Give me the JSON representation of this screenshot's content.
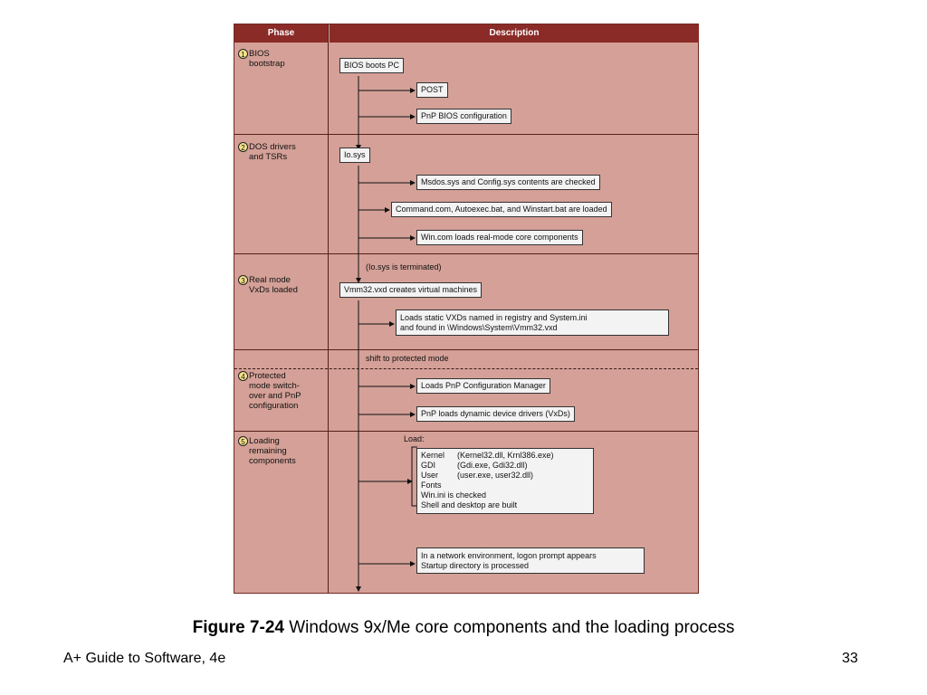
{
  "table": {
    "header": {
      "phase": "Phase",
      "description": "Description"
    },
    "phases": [
      {
        "num": "1",
        "label_lines": [
          "BIOS",
          "bootstrap"
        ]
      },
      {
        "num": "2",
        "label_lines": [
          "DOS drivers",
          "and TSRs"
        ]
      },
      {
        "num": "3",
        "label_lines": [
          "Real mode",
          "VxDs loaded"
        ]
      },
      {
        "num": "4",
        "label_lines": [
          "Protected",
          "mode switch-",
          "over and PnP",
          "configuration"
        ]
      },
      {
        "num": "5",
        "label_lines": [
          "Loading",
          "remaining",
          "components"
        ]
      }
    ],
    "boxes": {
      "bios_boots": "BIOS boots PC",
      "post": "POST",
      "pnp_bios": "PnP BIOS configuration",
      "io_sys": "Io.sys",
      "msdos": "Msdos.sys and Config.sys contents are checked",
      "command": "Command.com, Autoexec.bat, and Winstart.bat are loaded",
      "wincom": "Win.com loads real-mode core components",
      "vmm32": "Vmm32.vxd creates virtual machines",
      "static_vxd": [
        "Loads static VXDs named in registry and System.ini",
        "and found in \\Windows\\System\\Vmm32.vxd"
      ],
      "pnp_config": "Loads PnP Configuration Manager",
      "pnp_dynamic": "PnP loads dynamic device drivers (VxDs)",
      "load_components": {
        "kernel": {
          "k": "Kernel",
          "v": "(Kernel32.dll, Krnl386.exe)"
        },
        "gdi": {
          "k": "GDI",
          "v": "(Gdi.exe, Gdi32.dll)"
        },
        "user": {
          "k": "User",
          "v": "(user.exe, user32.dll)"
        },
        "fonts": "Fonts",
        "winini": "Win.ini is checked",
        "shell": "Shell and desktop are built"
      },
      "network": [
        "In a network environment, logon prompt appears",
        "Startup directory is processed"
      ]
    },
    "labels": {
      "io_terminated": "(Io.sys is terminated)",
      "shift": "shift to protected mode",
      "load": "Load:"
    }
  },
  "caption": {
    "bold": "Figure 7-24",
    "text": " Windows 9x/Me core components and the loading process"
  },
  "footer": {
    "left": "A+ Guide to Software, 4e",
    "right": "33"
  }
}
